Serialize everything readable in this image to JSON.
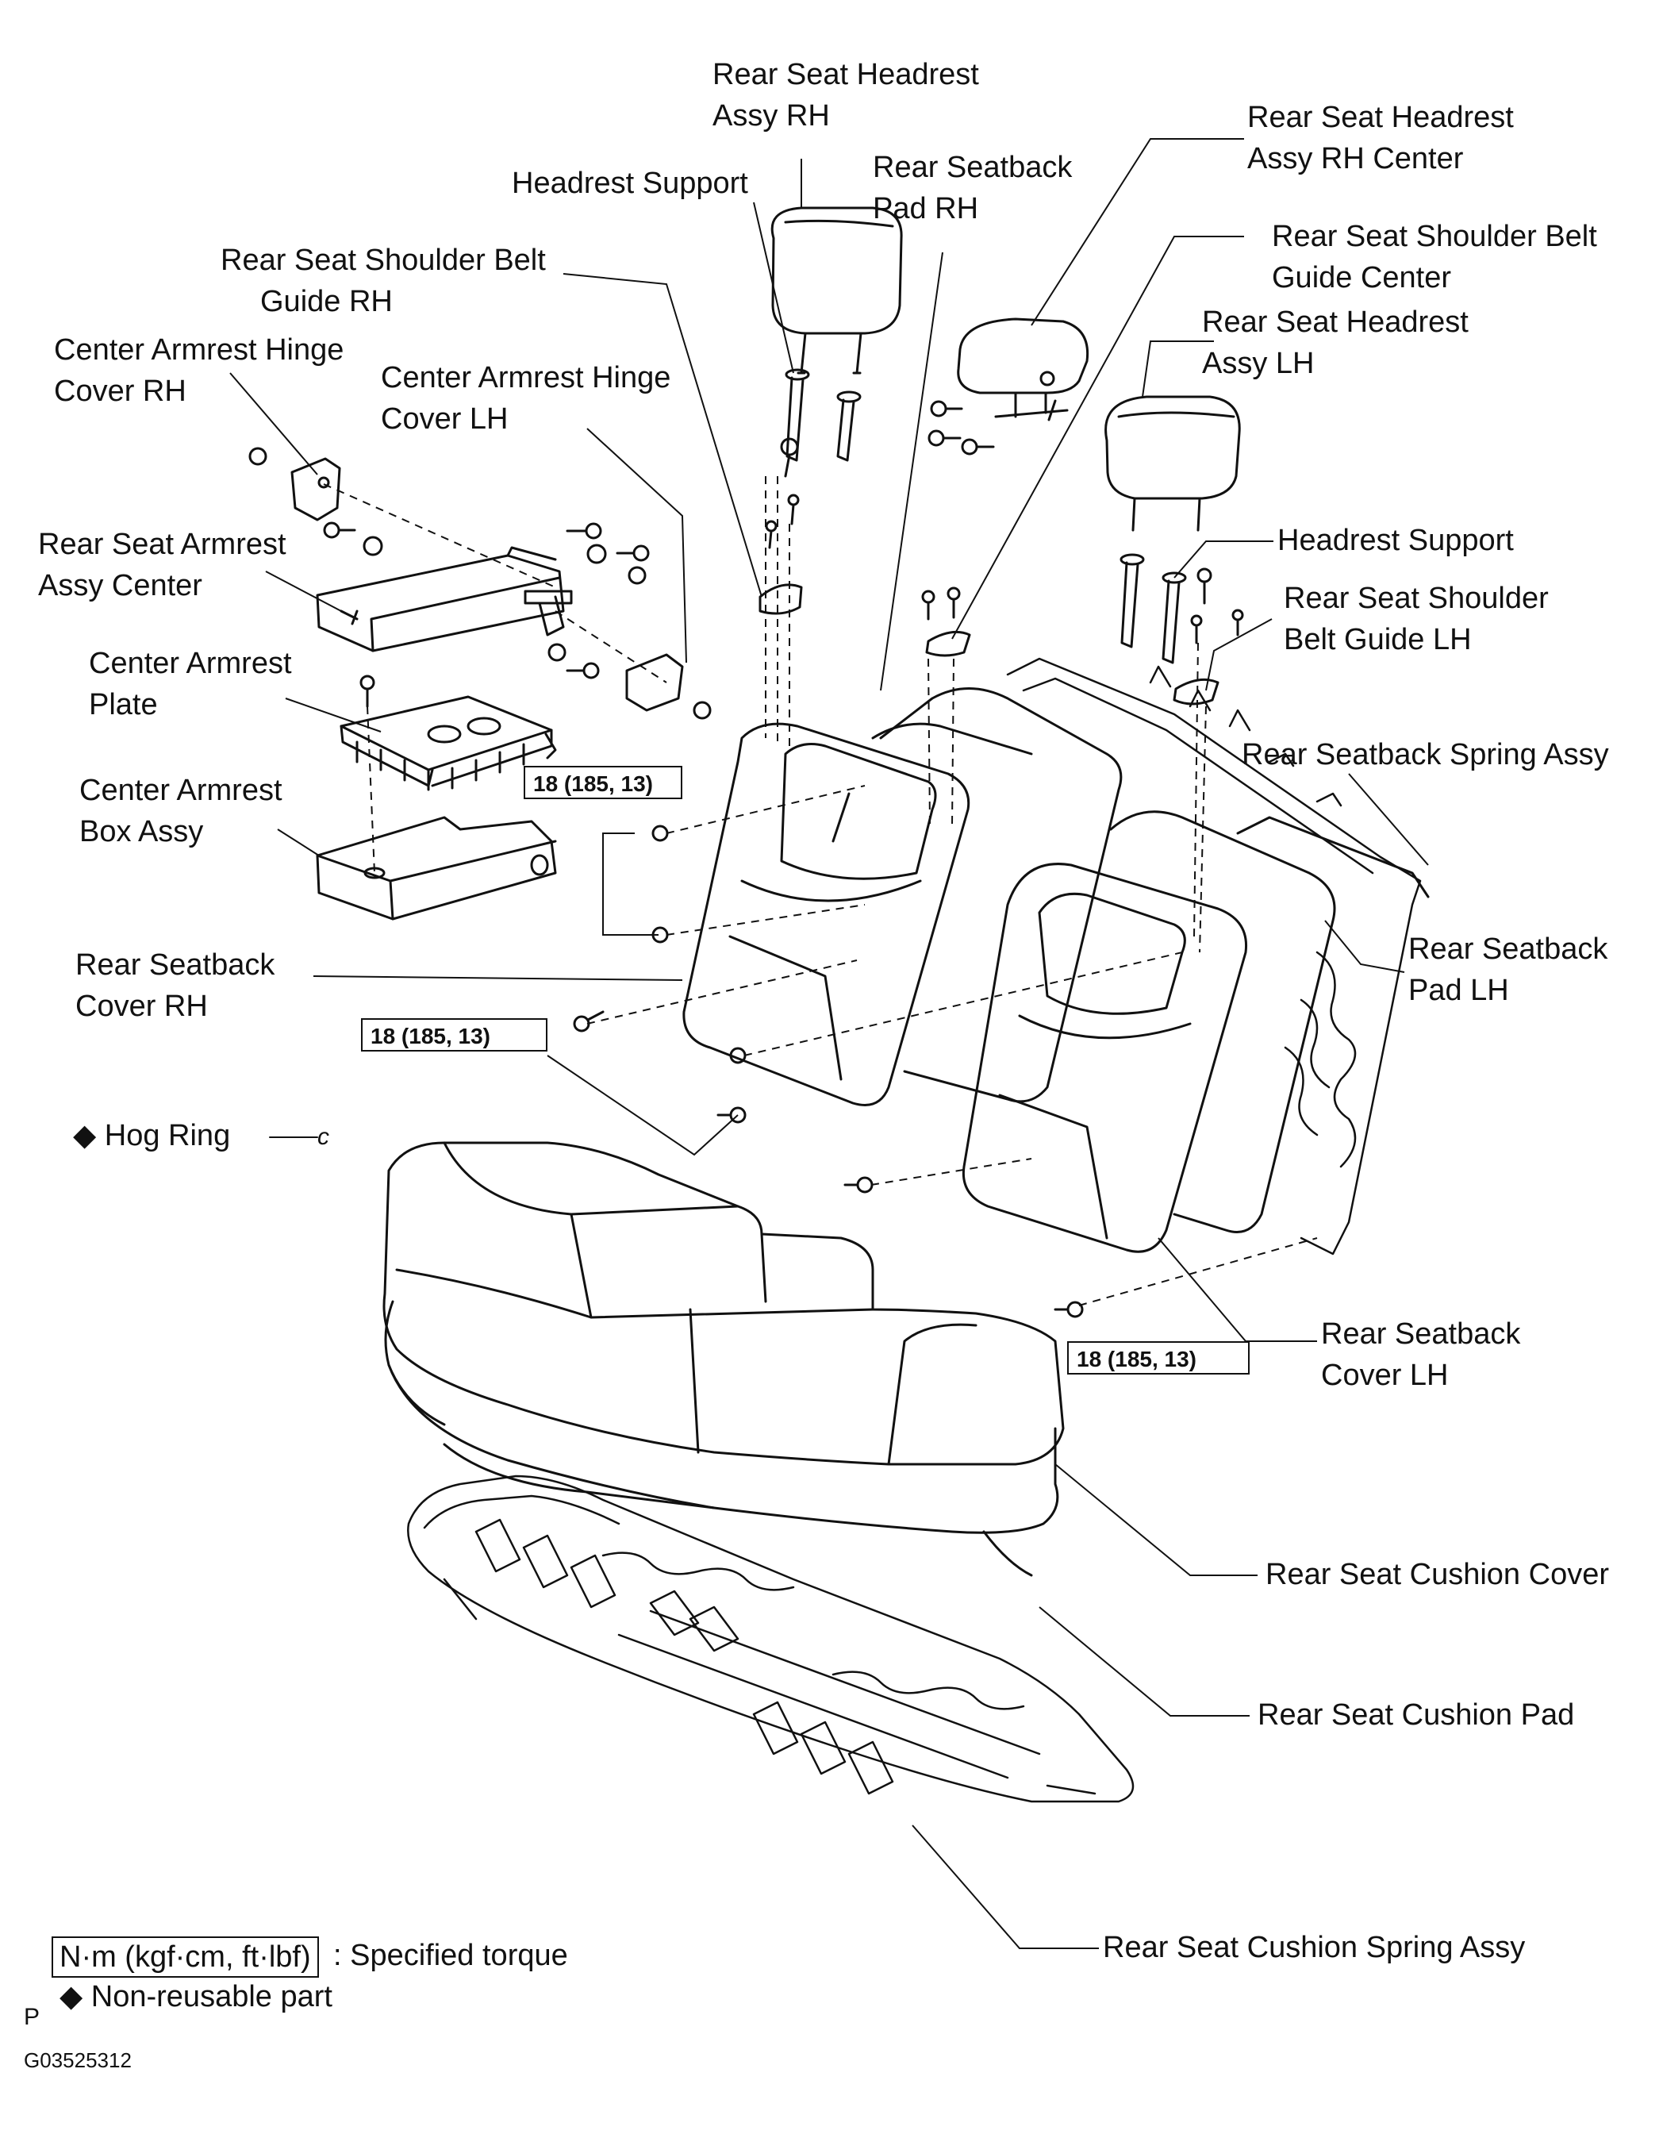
{
  "labels": {
    "headrest_rh": [
      "Rear Seat Headrest",
      "Assy RH"
    ],
    "headrest_rh_center": [
      "Rear Seat Headrest",
      "Assy RH Center"
    ],
    "headrest_support_top": [
      "Headrest Support"
    ],
    "seatback_pad_rh": [
      "Rear Seatback",
      "Pad RH"
    ],
    "shoulder_belt_guide_center": [
      "Rear Seat Shoulder Belt",
      "Guide Center"
    ],
    "shoulder_belt_guide_rh": [
      "Rear Seat Shoulder Belt",
      "Guide RH"
    ],
    "headrest_lh": [
      "Rear Seat Headrest",
      "Assy LH"
    ],
    "hinge_cover_rh": [
      "Center Armrest Hinge",
      "Cover RH"
    ],
    "hinge_cover_lh": [
      "Center Armrest Hinge",
      "Cover LH"
    ],
    "headrest_support_right": [
      "Headrest Support"
    ],
    "armrest_assy_center": [
      "Rear Seat Armrest",
      "Assy Center"
    ],
    "shoulder_belt_guide_lh": [
      "Rear Seat Shoulder",
      "Belt Guide LH"
    ],
    "armrest_plate": [
      "Center Armrest",
      "Plate"
    ],
    "seatback_spring_assy": [
      "Rear Seatback Spring Assy"
    ],
    "armrest_box": [
      "Center Armrest",
      "Box Assy"
    ],
    "seatback_pad_lh": [
      "Rear Seatback",
      "Pad LH"
    ],
    "seatback_cover_rh": [
      "Rear Seatback",
      "Cover RH"
    ],
    "hog_ring": [
      "◆ Hog Ring"
    ],
    "seatback_cover_lh": [
      "Rear Seatback",
      "Cover LH"
    ],
    "cushion_cover": [
      "Rear Seat Cushion Cover"
    ],
    "cushion_pad": [
      "Rear Seat Cushion Pad"
    ],
    "cushion_spring_assy": [
      "Rear Seat Cushion Spring Assy"
    ]
  },
  "torque_values": [
    "18 (185, 13)",
    "18 (185, 13)",
    "18 (185, 13)"
  ],
  "legend": {
    "torque_unit": "N·m (kgf·cm, ft·lbf)",
    "torque_desc": ": Specified torque",
    "non_reusable": "◆ Non-reusable part",
    "page_mark": "P",
    "figure_code": "G03525312"
  },
  "hog_ring_symbol": "c",
  "colors": {
    "ink": "#111111",
    "paper": "#ffffff"
  }
}
